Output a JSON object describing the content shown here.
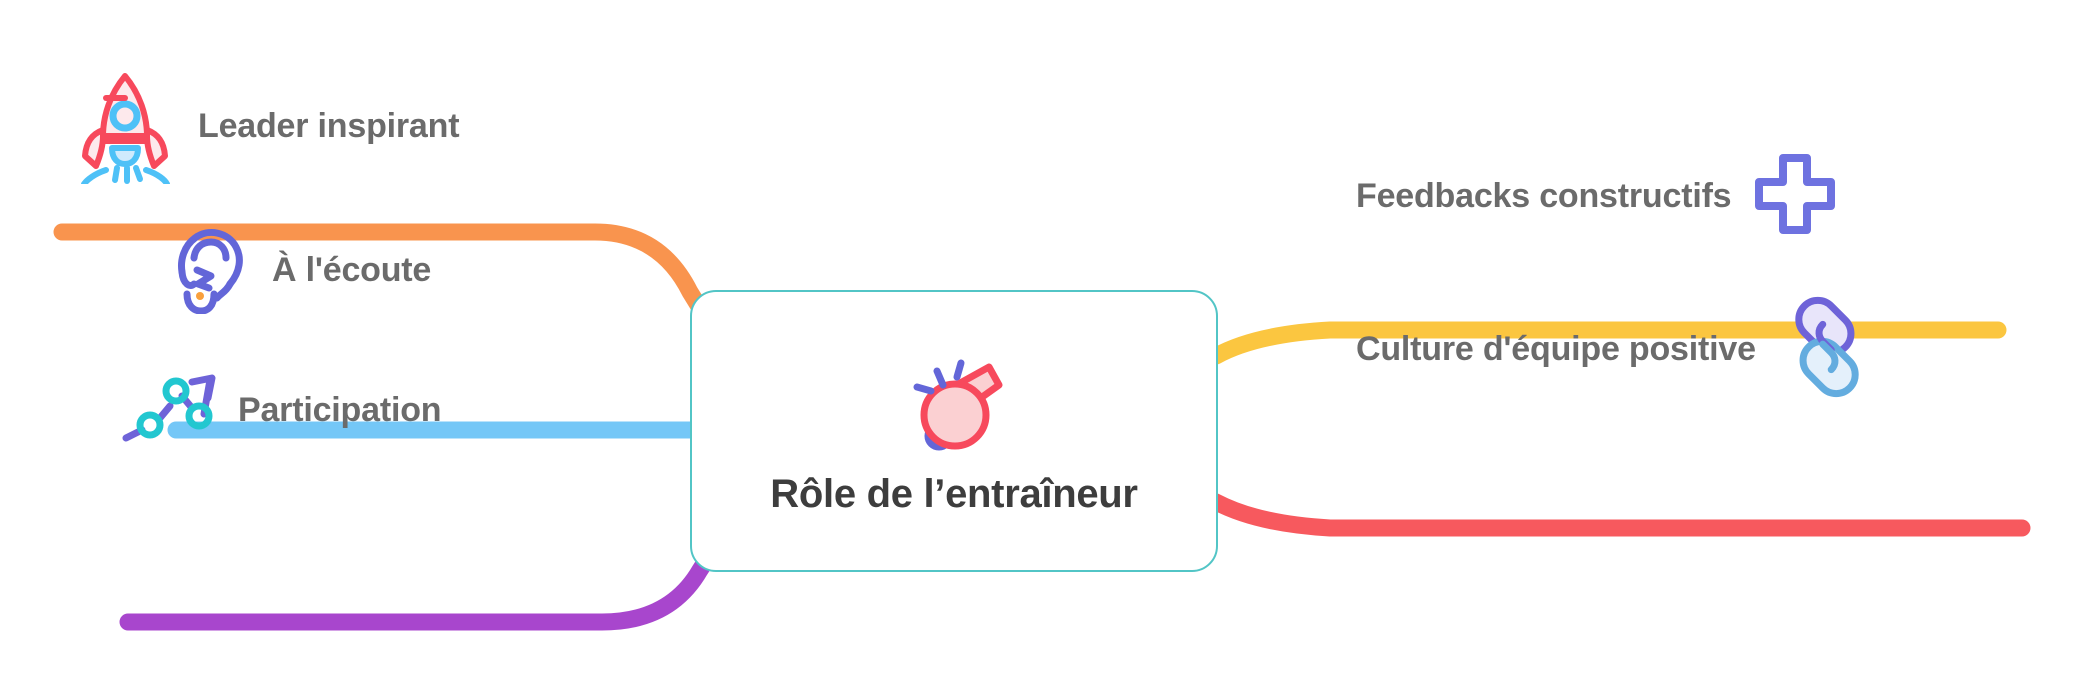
{
  "diagram": {
    "type": "mind-map",
    "title": "Rôle de l'entraîneur",
    "center": {
      "label": "Rôle de l’entraîneur",
      "icon": "whistle-icon",
      "border_color": "#52c5c6",
      "background": "#ffffff"
    },
    "branches": [
      {
        "id": "leader-inspirant",
        "label": "Leader inspirant",
        "icon": "rocket-icon",
        "side": "left",
        "connector_color": "#f9944e"
      },
      {
        "id": "a-lecoute",
        "label": "À l'écoute",
        "icon": "ear-icon",
        "side": "left",
        "connector_color": "#74c7f7"
      },
      {
        "id": "participation",
        "label": "Participation",
        "icon": "trend-chart-icon",
        "side": "left",
        "connector_color": "#a846cd"
      },
      {
        "id": "feedbacks-constructifs",
        "label": "Feedbacks constructifs",
        "icon": "plus-cross-icon",
        "side": "right",
        "connector_color": "#fbc640"
      },
      {
        "id": "culture-equipe-positive",
        "label": "Culture d'équipe positive",
        "icon": "chain-link-icon",
        "side": "right",
        "connector_color": "#f7595e"
      }
    ],
    "palette": {
      "label_text": "#6b6b6b",
      "center_text": "#3d3d3d",
      "orange": "#f9944e",
      "light_blue": "#74c7f7",
      "purple": "#a846cd",
      "yellow": "#fbc640",
      "red": "#f7595e",
      "teal": "#52c5c6",
      "indigo": "#6366d8",
      "cyan": "#22c7d0",
      "pink_fill": "#fccfd0",
      "background": "#ffffff"
    }
  }
}
